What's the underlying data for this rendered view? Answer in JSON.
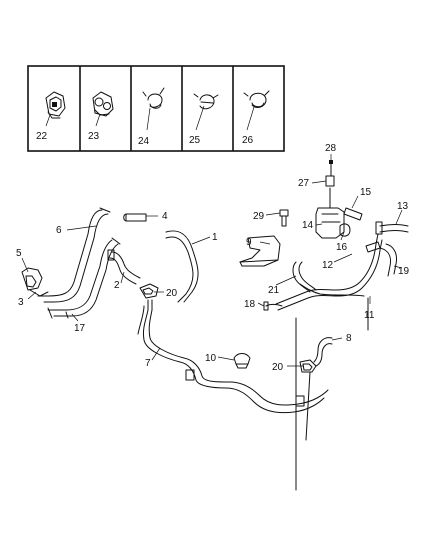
{
  "diagram": {
    "callouts": {
      "c1": "1",
      "c2": "2",
      "c3": "3",
      "c4": "4",
      "c5": "5",
      "c6": "6",
      "c7": "7",
      "c8": "8",
      "c9": "9",
      "c10": "10",
      "c11": "11",
      "c12": "12",
      "c13": "13",
      "c14": "14",
      "c15": "15",
      "c16": "16",
      "c17": "17",
      "c18": "18",
      "c19": "19",
      "c20a": "20",
      "c20b": "20",
      "c21": "21",
      "c22": "22",
      "c23": "23",
      "c24": "24",
      "c25": "25",
      "c26": "26",
      "c27": "27",
      "c28": "28",
      "c29": "29"
    }
  }
}
